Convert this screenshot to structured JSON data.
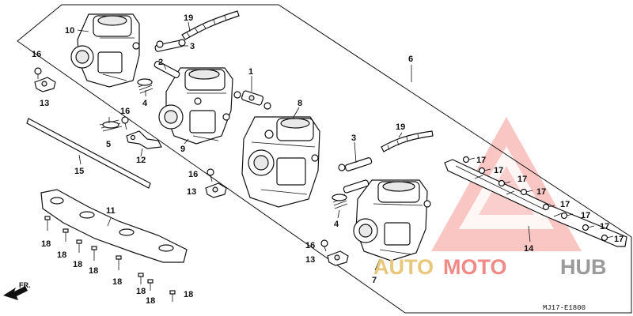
{
  "callouts": {
    "c1": "1",
    "c2": "2",
    "c3a": "3",
    "c3b": "3",
    "c4a": "4",
    "c4b": "4",
    "c5": "5",
    "c6": "6",
    "c7": "7",
    "c8": "8",
    "c9": "9",
    "c10": "10",
    "c11": "11",
    "c12": "12",
    "c13a": "13",
    "c13b": "13",
    "c13c": "13",
    "c14": "14",
    "c15": "15",
    "c16a": "16",
    "c16b": "16",
    "c16c": "16",
    "c16d": "16",
    "c17a": "17",
    "c17b": "17",
    "c17c": "17",
    "c17d": "17",
    "c17e": "17",
    "c17f": "17",
    "c17g": "17",
    "c17h": "17",
    "c18a": "18",
    "c18b": "18",
    "c18c": "18",
    "c18d": "18",
    "c18e": "18",
    "c18f": "18",
    "c18g": "18",
    "c18h": "18",
    "c19a": "19",
    "c19b": "19"
  },
  "direction_label": "FR.",
  "diagram_code": "MJ17-E1800",
  "watermark": {
    "part1": "AUTO",
    "part2": "MOTO",
    "part3": "HUB"
  },
  "colors": {
    "watermark_red": "#f08a86",
    "watermark_gold": "#e8c67a",
    "watermark_gray": "#9a9a9a",
    "line": "#111111"
  }
}
